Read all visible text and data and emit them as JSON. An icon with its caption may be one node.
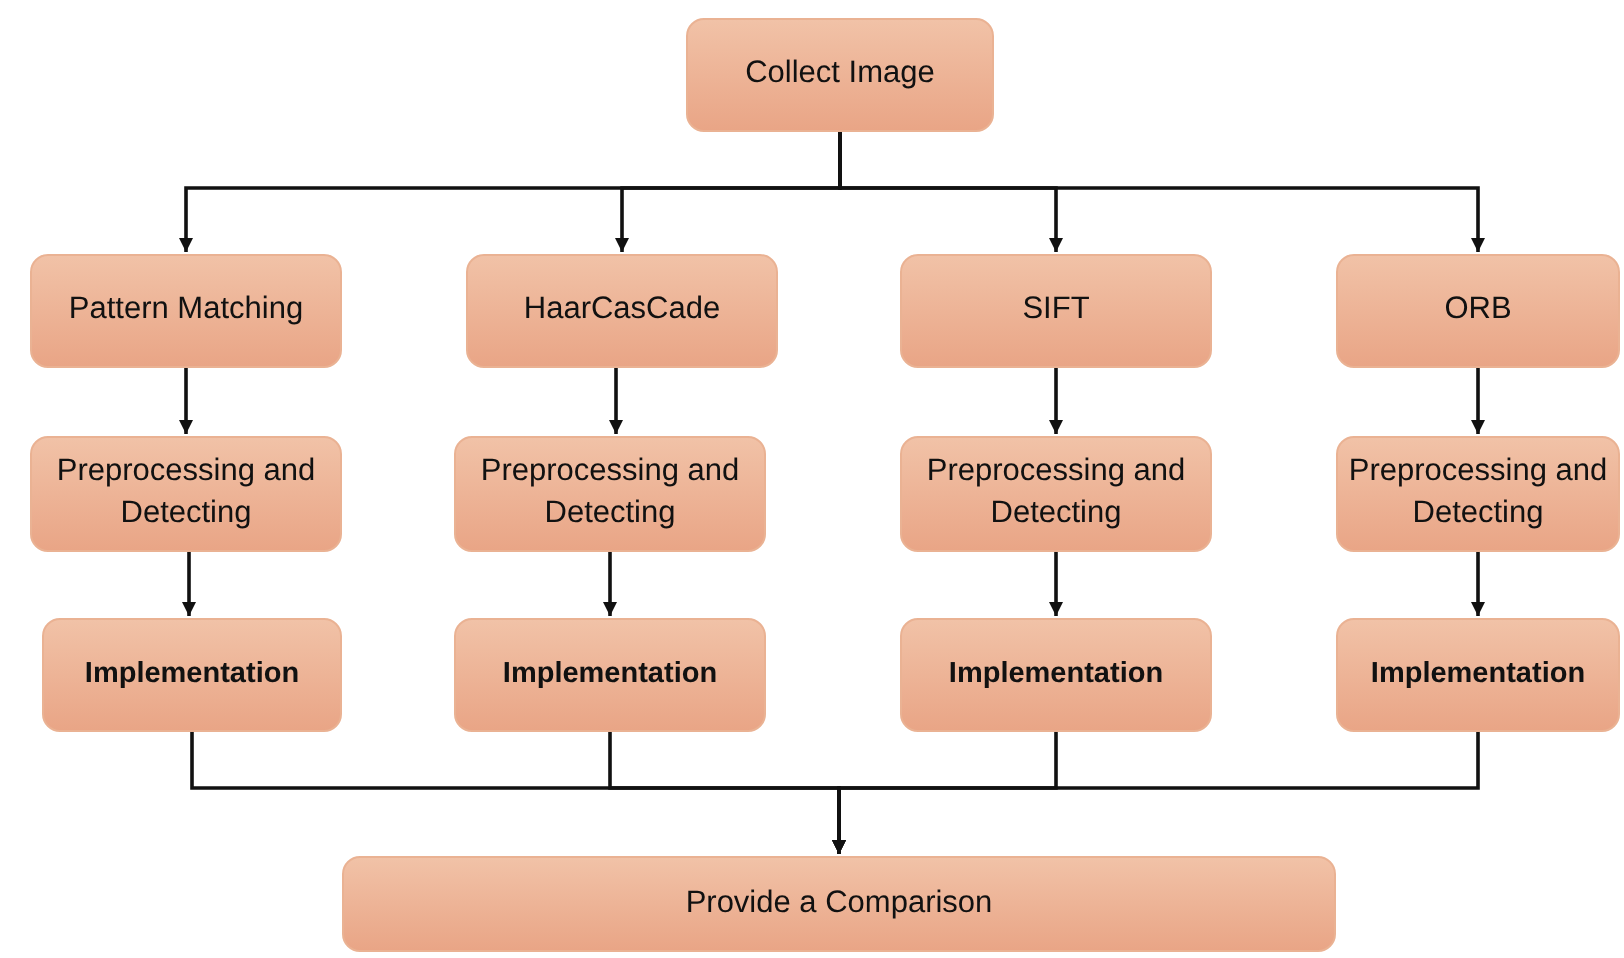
{
  "diagram": {
    "nodes": [
      {
        "text": [
          "Collect Image"
        ]
      },
      {
        "text": [
          "Pattern Matching"
        ]
      },
      {
        "text": [
          "HaarCasCade"
        ]
      },
      {
        "text": [
          "SIFT"
        ]
      },
      {
        "text": [
          "ORB"
        ]
      },
      {
        "text": [
          "Preprocessing and Detecting"
        ]
      },
      {
        "text": [
          "Preprocessing and Detecting"
        ]
      },
      {
        "text": [
          "Preprocessing and Detecting"
        ]
      },
      {
        "text": [
          "Preprocessing and Detecting"
        ]
      },
      {
        "text": [
          "Implementation"
        ]
      },
      {
        "text": [
          "Implementation"
        ]
      },
      {
        "text": [
          "Implementation"
        ]
      },
      {
        "text": [
          "Implementation"
        ]
      },
      {
        "text": [
          "Provide a Comparison"
        ]
      }
    ],
    "edges": [
      {
        "from": 0,
        "to": 1,
        "arrow": "to"
      },
      {
        "from": 0,
        "to": 2,
        "arrow": "to"
      },
      {
        "from": 0,
        "to": 3,
        "arrow": "to"
      },
      {
        "from": 0,
        "to": 4,
        "arrow": "to"
      },
      {
        "from": 1,
        "to": 5,
        "arrow": "to"
      },
      {
        "from": 2,
        "to": 6,
        "arrow": "to"
      },
      {
        "from": 3,
        "to": 7,
        "arrow": "to"
      },
      {
        "from": 4,
        "to": 8,
        "arrow": "to"
      },
      {
        "from": 5,
        "to": 9,
        "arrow": "to"
      },
      {
        "from": 6,
        "to": 10,
        "arrow": "to"
      },
      {
        "from": 7,
        "to": 11,
        "arrow": "to"
      },
      {
        "from": 8,
        "to": 12,
        "arrow": "to"
      },
      {
        "from": 9,
        "to": 13,
        "arrow": "to"
      },
      {
        "from": 10,
        "to": 13,
        "arrow": "to"
      },
      {
        "from": 11,
        "to": 13,
        "arrow": "to"
      },
      {
        "from": 12,
        "to": 13,
        "arrow": "to"
      }
    ]
  }
}
